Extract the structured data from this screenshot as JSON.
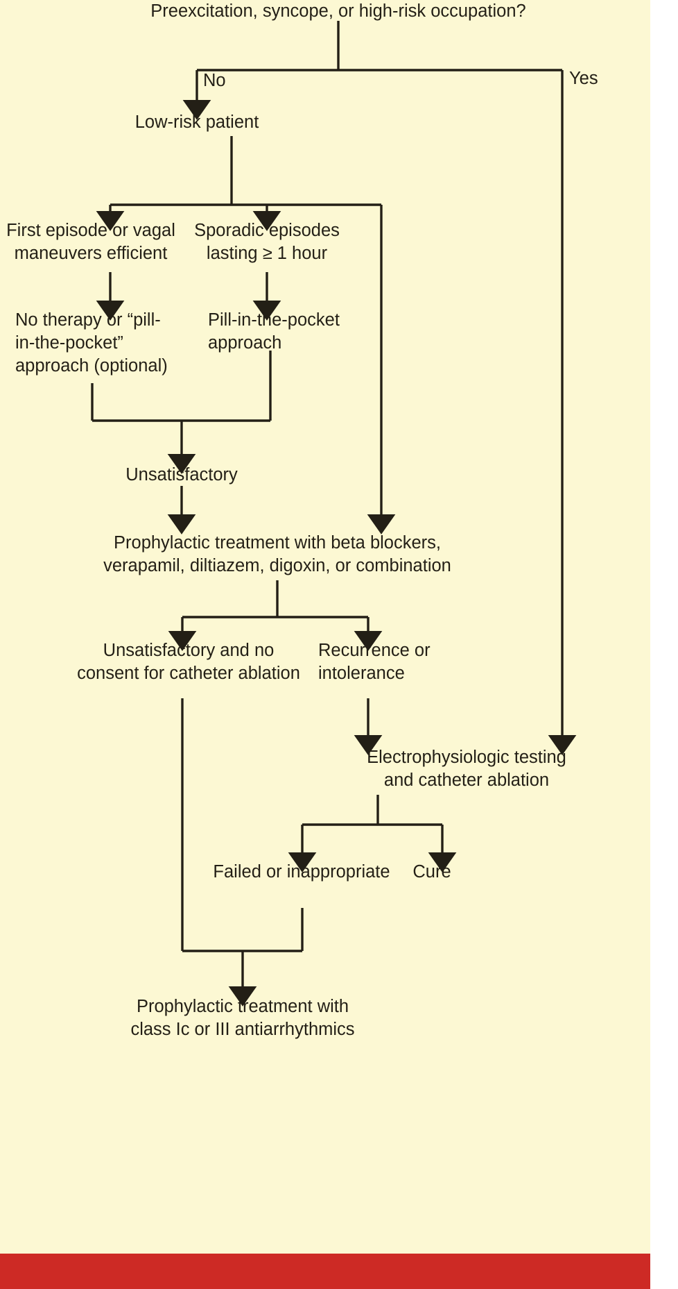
{
  "figure": {
    "kind": "clinical-decision-flowchart",
    "background_color": "#fcf8d3",
    "footer_bar_color": "#cd2a25",
    "text_color": "#231f16",
    "line_color": "#231f16"
  },
  "nodes": {
    "root": "Preexcitation, syncope, or high-risk occupation?",
    "low_risk": "Low-risk patient",
    "first_episode": "First episode or vagal\nmaneuvers efficient",
    "sporadic": "Sporadic episodes\nlasting ≥ 1 hour",
    "no_therapy": "No therapy or “pill-\nin-the-pocket”\napproach (optional)",
    "pill_pocket": "Pill-in-the-pocket\napproach",
    "unsatisfactory": "Unsatisfactory",
    "prophylactic_drugs": "Prophylactic treatment with beta blockers,\nverapamil, diltiazem, digoxin, or combination",
    "unsatisfactory_no_consent": "Unsatisfactory and no\nconsent for catheter ablation",
    "recurrence": "Recurrence or\nintolerance",
    "ep_testing": "Electrophysiologic testing\nand catheter ablation",
    "failed": "Failed or inappropriate",
    "cure": "Cure",
    "class_ic": "Prophylactic treatment with\nclass Ic or III antiarrhythmics"
  },
  "edge_labels": {
    "no": "No",
    "yes": "Yes"
  },
  "chart_data": {
    "type": "table",
    "title": "Management algorithm for supraventricular tachycardia",
    "edges": [
      {
        "from": "root",
        "to": "low_risk",
        "label": "No"
      },
      {
        "from": "root",
        "to": "ep_testing",
        "label": "Yes"
      },
      {
        "from": "low_risk",
        "to": "first_episode",
        "label": ""
      },
      {
        "from": "low_risk",
        "to": "sporadic",
        "label": ""
      },
      {
        "from": "low_risk",
        "to": "prophylactic_drugs",
        "label": ""
      },
      {
        "from": "first_episode",
        "to": "no_therapy",
        "label": ""
      },
      {
        "from": "sporadic",
        "to": "pill_pocket",
        "label": ""
      },
      {
        "from": "no_therapy",
        "to": "unsatisfactory",
        "label": ""
      },
      {
        "from": "pill_pocket",
        "to": "unsatisfactory",
        "label": ""
      },
      {
        "from": "unsatisfactory",
        "to": "prophylactic_drugs",
        "label": ""
      },
      {
        "from": "prophylactic_drugs",
        "to": "unsatisfactory_no_consent",
        "label": ""
      },
      {
        "from": "prophylactic_drugs",
        "to": "recurrence",
        "label": ""
      },
      {
        "from": "recurrence",
        "to": "ep_testing",
        "label": ""
      },
      {
        "from": "ep_testing",
        "to": "failed",
        "label": ""
      },
      {
        "from": "ep_testing",
        "to": "cure",
        "label": ""
      },
      {
        "from": "failed",
        "to": "class_ic",
        "label": ""
      },
      {
        "from": "unsatisfactory_no_consent",
        "to": "class_ic",
        "label": ""
      }
    ]
  }
}
